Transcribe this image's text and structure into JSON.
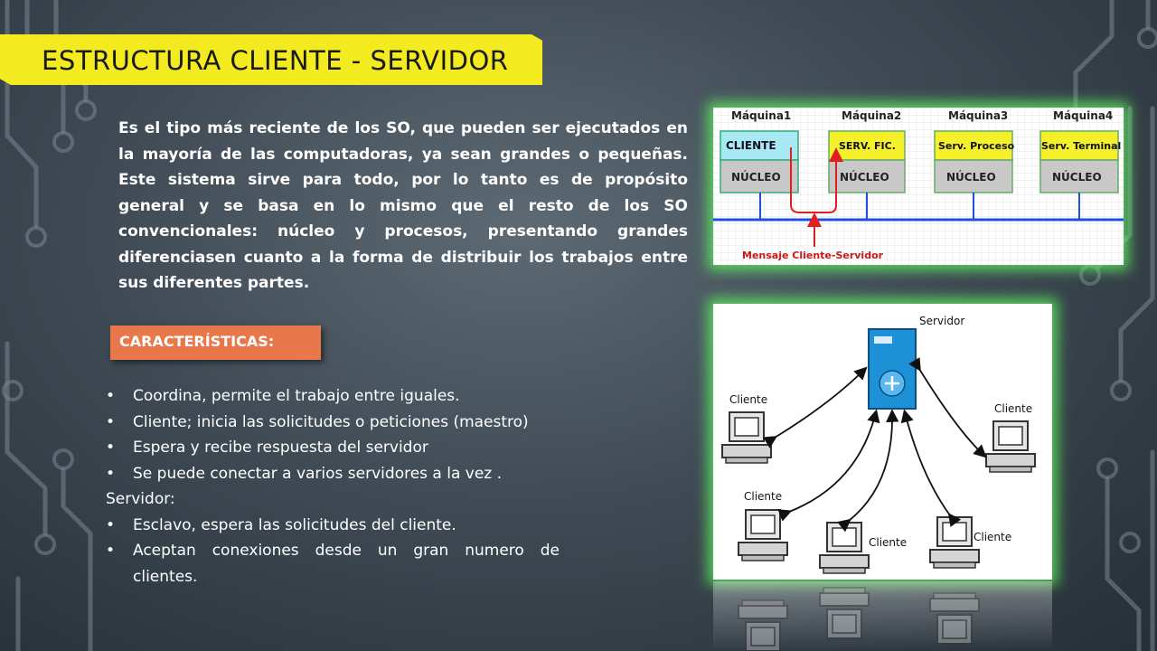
{
  "title": "ESTRUCTURA CLIENTE - SERVIDOR",
  "intro": "Es el tipo más reciente de los SO, que pueden ser ejecutados en la mayoría de las computadoras, ya sean grandes o pequeñas. Este sistema sirve para todo, por lo tanto es de propósito general y se basa en lo mismo que el resto de los SO convencionales: núcleo y procesos, presentando grandes diferenciasen cuanto a la forma de distribuir los trabajos entre sus diferentes partes.",
  "characteristics_label": "CARACTERÍSTICAS:",
  "bullet_symbol": "•",
  "features": {
    "cliente_items": [
      "Coordina, permite el trabajo entre iguales.",
      "Cliente; inicia las solicitudes o peticiones (maestro)",
      "Espera y recibe respuesta del servidor",
      "Se puede conectar a varios servidores a la vez ."
    ],
    "servidor_heading": "Servidor:",
    "servidor_items": [
      "Esclavo, espera las solicitudes del cliente.",
      "Aceptan conexiones desde  un gran numero de clientes."
    ]
  },
  "diagram1": {
    "machines": [
      "Máquina1",
      "Máquina2",
      "Máquina3",
      "Máquina4"
    ],
    "processes": [
      "CLIENTE",
      "SERV. FIC.",
      "Serv. Proceso",
      "Serv. Terminal"
    ],
    "kernel_label": "NÚCLEO",
    "message_label": "Mensaje Cliente-Servidor"
  },
  "diagram2": {
    "server_label": "Servidor",
    "client_label": "Cliente"
  },
  "colors": {
    "title_bg": "#f3ea1f",
    "badge_bg": "#e8774a",
    "glow": "#60ff60",
    "client_box": "#a8e8f4",
    "server_box": "#f4f02a",
    "network_line": "#1f4fe0",
    "message_red": "#e02020"
  }
}
